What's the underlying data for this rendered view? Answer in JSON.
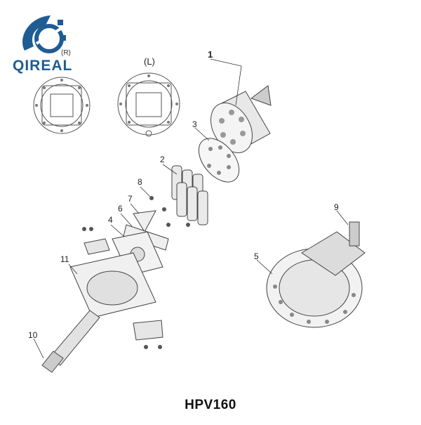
{
  "brand": {
    "name": "QIREAL",
    "registered": "(R)",
    "accent_color": "#1f5c93"
  },
  "views": {
    "right": "",
    "left": "(L)"
  },
  "callouts": {
    "p1": "1",
    "p2": "2",
    "p3": "3",
    "p4": "4",
    "p5": "5",
    "p6": "6",
    "p7": "7",
    "p8": "8",
    "p9": "9",
    "p10": "10",
    "p11": "11"
  },
  "model": "HPV160"
}
